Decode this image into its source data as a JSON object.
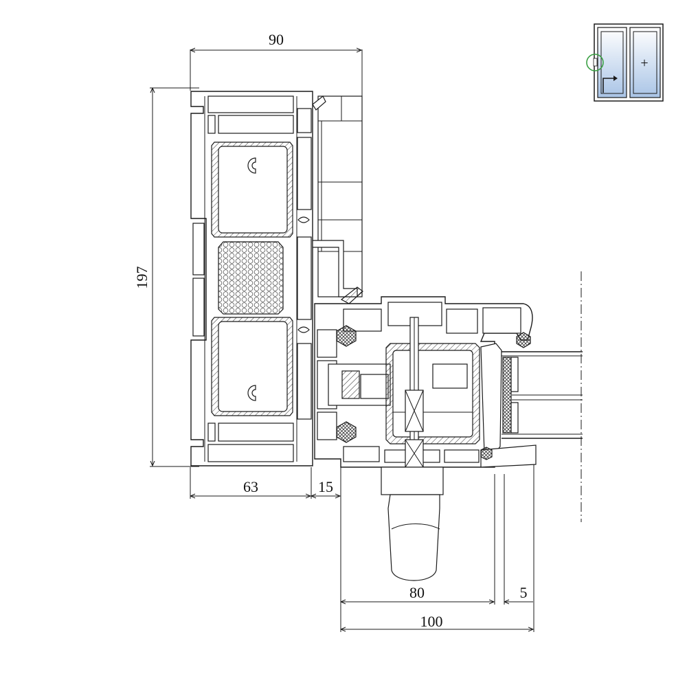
{
  "dimensions": {
    "frame_width": "90",
    "frame_height": "197",
    "frame_depth": "63",
    "offset": "15",
    "sash_depth": "80",
    "glass_gap": "5",
    "overall_depth": "100"
  },
  "thumbnail": {
    "plus_symbol": "+"
  },
  "colors": {
    "line": "#1a1a1a",
    "glass_gradient_top": "#ffffff",
    "glass_gradient_bottom": "#a9c4e6",
    "marker_circle": "#3aa043"
  }
}
